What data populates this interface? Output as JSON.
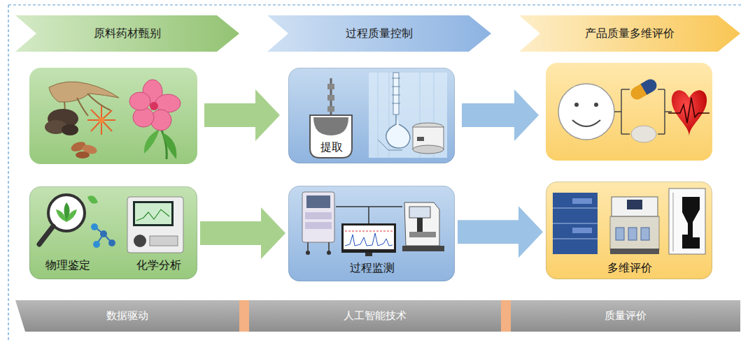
{
  "diagram": {
    "nodes": [
      {
        "text": [
          "原料药材甄别"
        ]
      },
      {
        "text": [
          "过程质量控制"
        ]
      },
      {
        "text": [
          "产品质量多维评价"
        ]
      },
      {
        "text": [
          "提取"
        ]
      },
      {
        "text": [
          "物理鉴定",
          "化学分析"
        ]
      },
      {
        "text": [
          "过程监测"
        ]
      },
      {
        "text": [
          "多维评价"
        ]
      },
      {
        "text": [
          "数据驱动"
        ]
      },
      {
        "text": [
          "人工智能技术"
        ]
      },
      {
        "text": [
          "质量评价"
        ]
      }
    ],
    "edges": [
      {
        "from": 4,
        "to": 5,
        "arrow": "to"
      },
      {
        "from": 5,
        "to": 6,
        "arrow": "to"
      }
    ]
  }
}
